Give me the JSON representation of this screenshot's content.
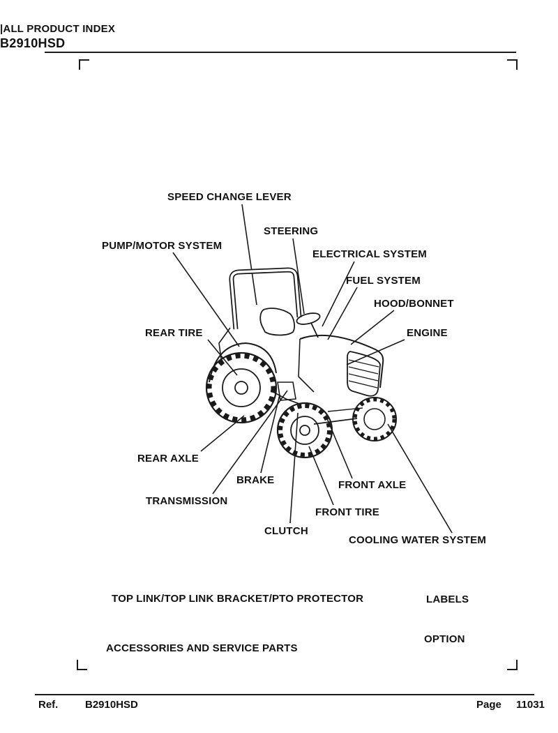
{
  "header": {
    "caret": "|",
    "title": "ALL PRODUCT INDEX",
    "model": "B2910HSD"
  },
  "diagram": {
    "labels": {
      "speed_change_lever": "SPEED CHANGE LEVER",
      "steering": "STEERING",
      "pump_motor_system": "PUMP/MOTOR SYSTEM",
      "electrical_system": "ELECTRICAL SYSTEM",
      "fuel_system": "FUEL SYSTEM",
      "hood_bonnet": "HOOD/BONNET",
      "rear_tire": "REAR TIRE",
      "engine": "ENGINE",
      "rear_axle": "REAR AXLE",
      "brake": "BRAKE",
      "transmission": "TRANSMISSION",
      "front_axle": "FRONT AXLE",
      "front_tire": "FRONT TIRE",
      "clutch": "CLUTCH",
      "cooling_water_system": "COOLING WATER SYSTEM",
      "top_link": "TOP LINK/TOP LINK BRACKET/PTO PROTECTOR",
      "labels_section": "LABELS",
      "accessories": "ACCESSORIES AND SERVICE PARTS",
      "option": "OPTION"
    }
  },
  "footer": {
    "ref_label": "Ref.",
    "ref_value": "B2910HSD",
    "page_label": "Page",
    "page_value": "11031"
  }
}
